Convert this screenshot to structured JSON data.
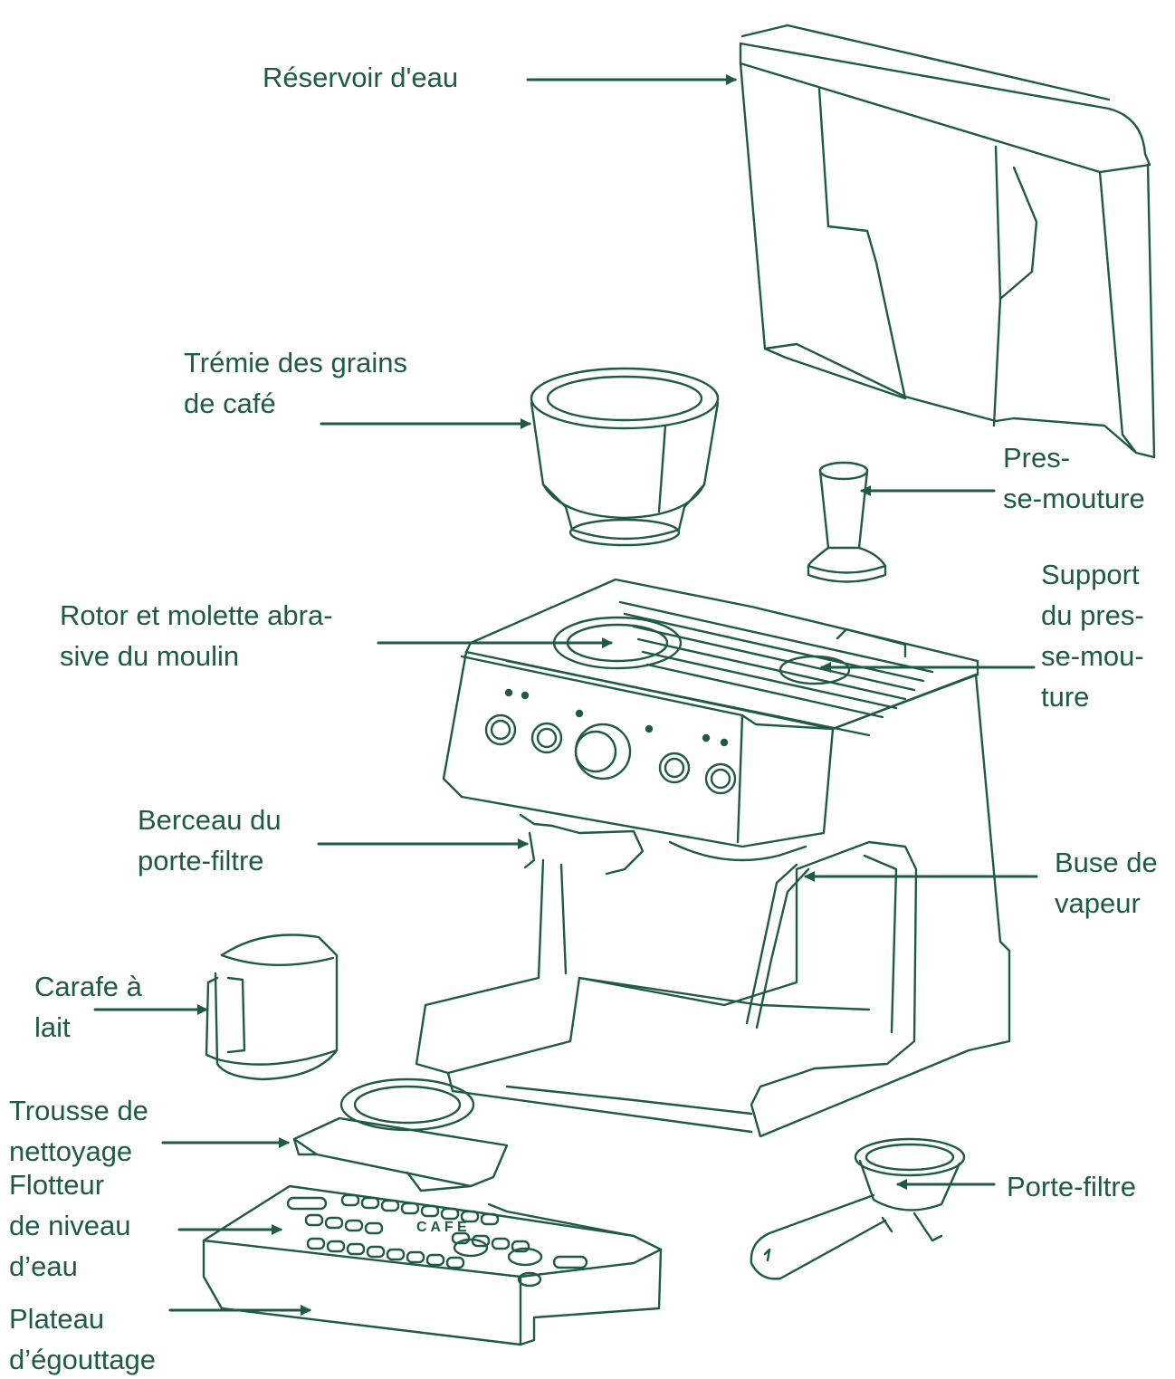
{
  "colors": {
    "ink": "#1f5a44",
    "background": "#ffffff"
  },
  "labels": {
    "water_tank": [
      "Réservoir d'eau"
    ],
    "bean_hopper": [
      "Trémie des grains",
      "de café"
    ],
    "tamper": [
      "Pres-",
      "se-mouture"
    ],
    "tamper_holder": [
      "Support",
      "du pres-",
      "se-mou-",
      "ture"
    ],
    "grinder_burr": [
      "Rotor et molette abra-",
      "sive du moulin"
    ],
    "portafilter_cradle": [
      "Berceau du",
      "porte-filtre"
    ],
    "steam_wand": [
      "Buse de",
      "vapeur"
    ],
    "milk_jug": [
      "Carafe à",
      "lait"
    ],
    "cleaning_kit": [
      "Trousse de",
      "nettoyage"
    ],
    "water_level_float": [
      "Flotteur",
      "de niveau",
      "d’eau"
    ],
    "drip_tray": [
      "Plateau",
      "d’égouttage"
    ],
    "portafilter": [
      "Porte-filtre"
    ]
  },
  "drip_tray_brand": "C A F É"
}
